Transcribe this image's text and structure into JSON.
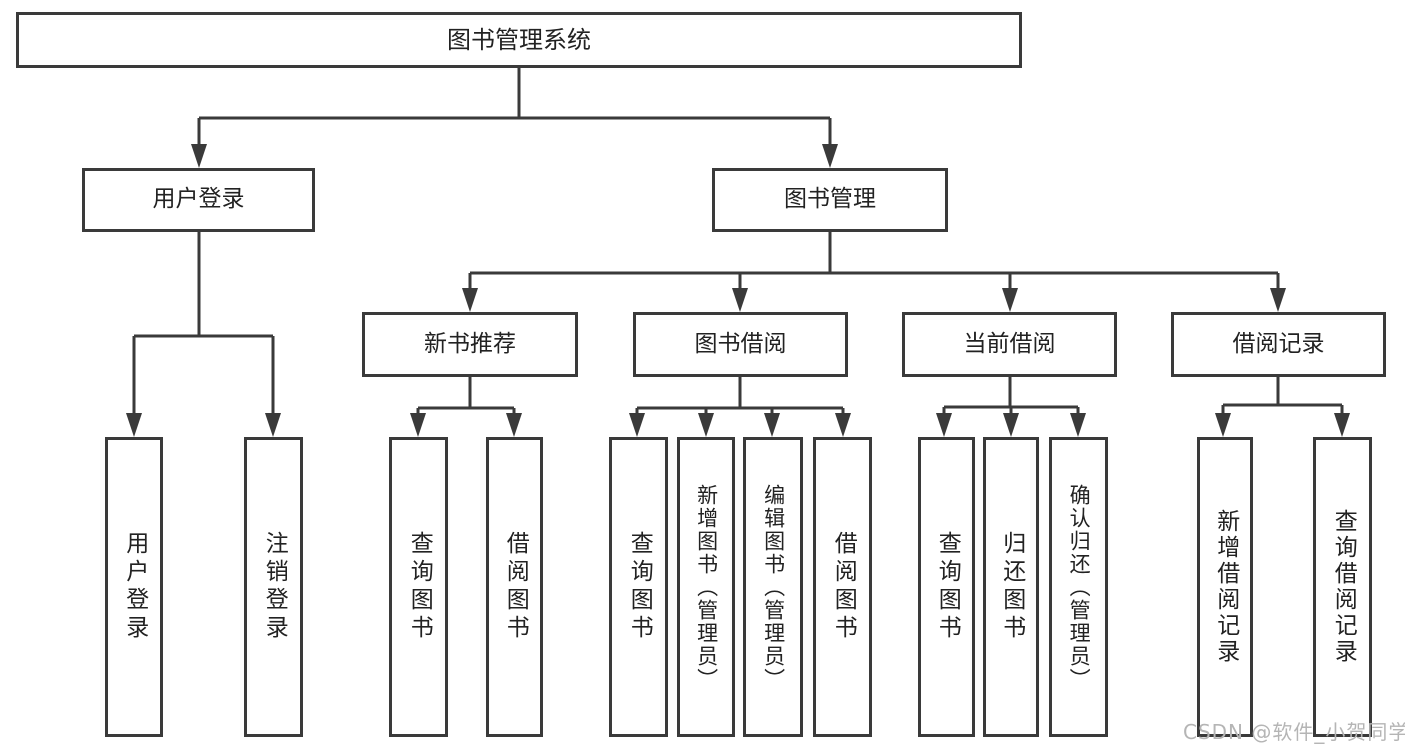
{
  "diagram": {
    "type": "hierarchy-tree",
    "colors": {
      "line": "#3a3a3a",
      "box_border": "#3a3a3a",
      "box_fill": "#ffffff",
      "text": "#222222",
      "watermark": "#b5b5b5",
      "background": "#ffffff"
    },
    "tree": {
      "root": "图书管理系统",
      "level1": [
        "用户登录",
        "图书管理"
      ],
      "level2": [
        "新书推荐",
        "图书借阅",
        "当前借阅",
        "借阅记录"
      ],
      "leaves_user_login": [
        "用户登录",
        "注销登录"
      ],
      "leaves_new_book": [
        "查询图书",
        "借阅图书"
      ],
      "leaves_book_borrow": [
        "查询图书",
        "新增图书（管理员）",
        "编辑图书（管理员）",
        "借阅图书"
      ],
      "leaves_current_borrow": [
        "查询图书",
        "归还图书",
        "确认归还（管理员）"
      ],
      "leaves_borrow_records": [
        "新增借阅记录",
        "查询借阅记录"
      ]
    },
    "watermark": {
      "text": "CSDN @软件_小贺同学"
    }
  }
}
